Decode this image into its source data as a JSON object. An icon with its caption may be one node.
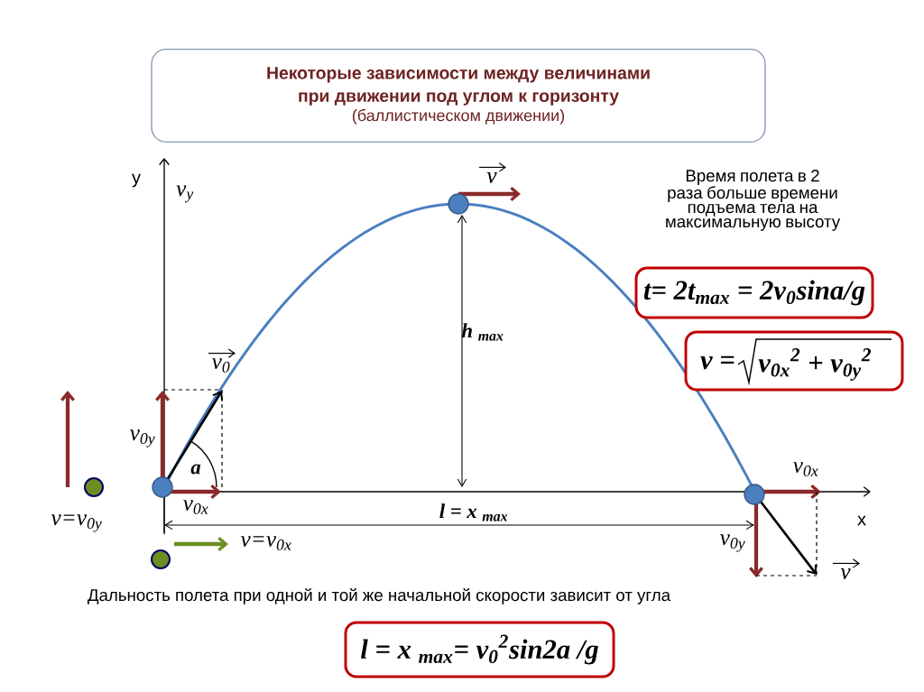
{
  "diagram": {
    "nodes": [
      {
        "text": [
          "Некоторые зависимости между величинами при движении под углом к горизонту",
          "(баллистическом движении)"
        ]
      },
      {
        "text": [
          "t= 2t$_{max}$ = 2v$_{0}$sina/g"
        ]
      },
      {
        "text": [
          "v =",
          "v$_{0x}$$^{2}$ + v$_{0y}$$^{2}$"
        ]
      },
      {
        "text": [
          "l = x $_{max}$= v$_{0}$$^{2}$sin2a /g"
        ]
      }
    ],
    "labels": [
      "y",
      "v$_{y}$",
      "v",
      "Время полета в 2 раза больше времени подъема тела на максимальную высоту",
      "h $_{max}$",
      "v$_{0}$",
      "v$_{0y}$",
      "a",
      "v$_{0x}$",
      "v=v$_{0y}$",
      "v$_{0x}$",
      "l = x $_{max}$",
      "x",
      "v=v$_{0x}$",
      "v$_{0y}$",
      "v",
      "Дальность полета при одной и той же начальной скорости зависит от угла"
    ]
  }
}
